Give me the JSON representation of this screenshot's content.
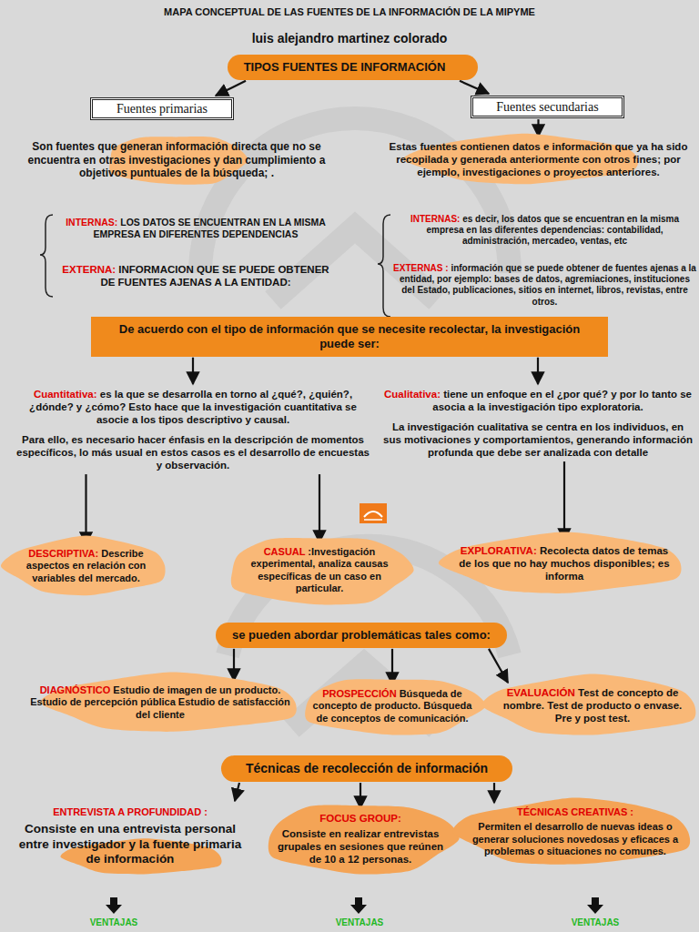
{
  "diagram": {
    "title": "MAPA CONCEPTUAL DE LAS FUENTES DE LA INFORMACIÓN DE LA MIPYME",
    "nodes": [
      {
        "text": [
          "TIPOS FUENTES DE INFORMACIÓN"
        ]
      },
      {
        "text": [
          "Fuentes primarias"
        ]
      },
      {
        "text": [
          "Fuentes secundarias"
        ]
      },
      {
        "text": [
          "Son fuentes que generan información directa que no se encuentra en otras investigaciones y dan cumplimiento a objetivos puntuales de la búsqueda; ."
        ]
      },
      {
        "text": [
          "Estas fuentes contienen datos e información que ya ha sido recopilada y generada anteriormente con otros fines; por ejemplo, investigaciones o proyectos anteriores."
        ]
      },
      {
        "text": [
          "De acuerdo con el tipo de información que se necesite recolectar, la investigación puede ser:"
        ]
      },
      {
        "text": [
          "Cuantitativa:",
          "es la que se desarrolla en torno al ¿qué?, ¿quién?, ¿dónde? y ¿cómo? Esto hace que la investigación cuantitativa se asocie a los tipos descriptivo y causal.",
          "Para ello, es necesario hacer énfasis en la descripción de momentos específicos, lo más usual en estos casos es el desarrollo de encuestas y observación."
        ]
      },
      {
        "text": [
          "Cualitativa:",
          "tiene un enfoque en el ¿por qué? y por lo tanto se asocia a la investigación tipo exploratoria.",
          "La investigación cualitativa se centra en los individuos, en sus motivaciones y comportamientos, generando información profunda que debe ser analizada con detalle"
        ]
      },
      {
        "text": [
          "DESCRIPTIVA:",
          "Describe aspectos en relación con variables del mercado."
        ]
      },
      {
        "text": [
          "CASUAL",
          ":Investigación experimental, analiza causas específicas de un caso en particular."
        ]
      },
      {
        "text": [
          "EXPLORATIVA:",
          "Recolecta datos de temas de los que no hay muchos disponibles; es informa"
        ]
      },
      {
        "text": [
          "se pueden abordar problemáticas tales como:"
        ]
      },
      {
        "text": [
          "DIAGNÓSTICO",
          "Estudio de imagen de un producto. Estudio de percepción pública Estudio de satisfacción del cliente"
        ]
      },
      {
        "text": [
          "PROSPECCIÓN",
          "Búsqueda de concepto de producto. Búsqueda de conceptos de comunicación."
        ]
      },
      {
        "text": [
          "EVALUACIÓN",
          "Test de concepto de nombre. Test de producto o envase. Pre y post test."
        ]
      },
      {
        "text": [
          "Técnicas de recolección de información"
        ]
      },
      {
        "text": [
          "ENTREVISTA A PROFUNDIDAD :",
          "Consiste en una entrevista personal entre investigador y la fuente primaria de información"
        ]
      },
      {
        "text": [
          "FOCUS GROUP:",
          "Consiste en realizar entrevistas grupales en sesiones que reúnen de 10 a 12 personas."
        ]
      },
      {
        "text": [
          "TÉCNICAS CREATIVAS :",
          "Permiten el desarrollo de nuevas ideas o generar soluciones novedosas y eficaces a problemas o situaciones no comunes."
        ]
      }
    ],
    "edges": [
      {
        "from": 0,
        "to": 1,
        "arrow": "to"
      },
      {
        "from": 0,
        "to": 2,
        "arrow": "to"
      },
      {
        "from": 2,
        "to": 4,
        "arrow": "to"
      },
      {
        "from": 5,
        "to": 6,
        "arrow": "to"
      },
      {
        "from": 5,
        "to": 7,
        "arrow": "to"
      },
      {
        "from": 6,
        "to": 8,
        "arrow": "to"
      },
      {
        "from": 6,
        "to": 9,
        "arrow": "to"
      },
      {
        "from": 7,
        "to": 10,
        "arrow": "to"
      },
      {
        "from": 11,
        "to": 12,
        "arrow": "to"
      },
      {
        "from": 11,
        "to": 13,
        "arrow": "to"
      },
      {
        "from": 11,
        "to": 14,
        "arrow": "to"
      },
      {
        "from": 15,
        "to": 16,
        "arrow": "to"
      },
      {
        "from": 15,
        "to": 17,
        "arrow": "to"
      },
      {
        "from": 15,
        "to": 18,
        "arrow": "to"
      }
    ],
    "labels": [
      "luis alejandro martinez colorado",
      "INTERNAS:",
      "LOS DATOS SE ENCUENTRAN EN LA MISMA EMPRESA EN DIFERENTES DEPENDENCIAS",
      "EXTERNA:",
      "INFORMACION QUE SE PUEDE OBTENER DE FUENTES AJENAS A LA ENTIDAD:",
      "INTERNAS:",
      "es decir, los datos que se encuentran en la misma empresa en las diferentes dependencias: contabilidad, administración, mercadeo, ventas, etc",
      "EXTERNAS :",
      "información que se puede obtener de fuentes ajenas a la entidad, por ejemplo: bases de datos, agremiaciones, instituciones del Estado, publicaciones, sitios en internet, libros, revistas, entre otros.",
      "VENTAJAS",
      "VENTAJAS",
      "VENTAJAS"
    ]
  }
}
